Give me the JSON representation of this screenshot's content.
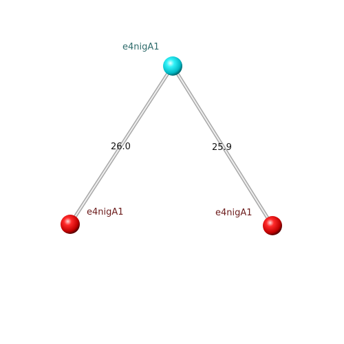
{
  "atoms": [
    {
      "id": "top",
      "label": "e4nigA1",
      "color": "#00e0e8",
      "label_color": "#2e6b6b"
    },
    {
      "id": "left",
      "label": "e4nigA1",
      "color": "#ee0000",
      "label_color": "#6b1a1a"
    },
    {
      "id": "right",
      "label": "e4nigA1",
      "color": "#ee0000",
      "label_color": "#6b1a1a"
    }
  ],
  "bonds": [
    {
      "from": "top",
      "to": "left",
      "label": "26.0"
    },
    {
      "from": "top",
      "to": "right",
      "label": "25.9"
    }
  ]
}
